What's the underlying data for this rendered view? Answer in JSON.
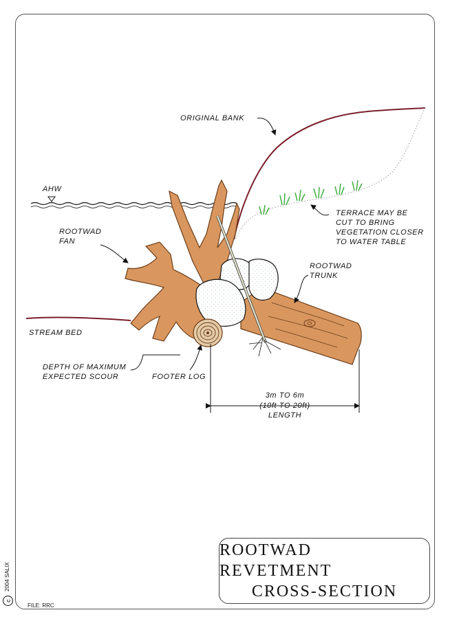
{
  "labels": {
    "original_bank": "ORIGINAL BANK",
    "ahw": "AHW",
    "rootwad_fan_1": "ROOTWAD",
    "rootwad_fan_2": "FAN",
    "terrace_1": "TERRACE MAY BE",
    "terrace_2": "CUT TO BRING",
    "terrace_3": "VEGETATION CLOSER",
    "terrace_4": "TO WATER TABLE",
    "rootwad_trunk_1": "ROOTWAD",
    "rootwad_trunk_2": "TRUNK",
    "stream_bed": "STREAM BED",
    "scour_1": "DEPTH OF MAXIMUM",
    "scour_2": "EXPECTED SCOUR",
    "footer_log": "FOOTER LOG",
    "length_1": "3m TO 6m",
    "length_2": "(10ft TO 20ft)",
    "length_3": "LENGTH"
  },
  "title": {
    "line1": "ROOTWAD REVETMENT",
    "line2": "CROSS-SECTION"
  },
  "copyright": {
    "symbol": "c",
    "text": "2004 SALIX"
  },
  "file_label": "FILE: RRC",
  "colors": {
    "wood": "#d9975f",
    "bank": "#7a1f2b",
    "grass": "#3fae3f",
    "ink": "#111111"
  }
}
